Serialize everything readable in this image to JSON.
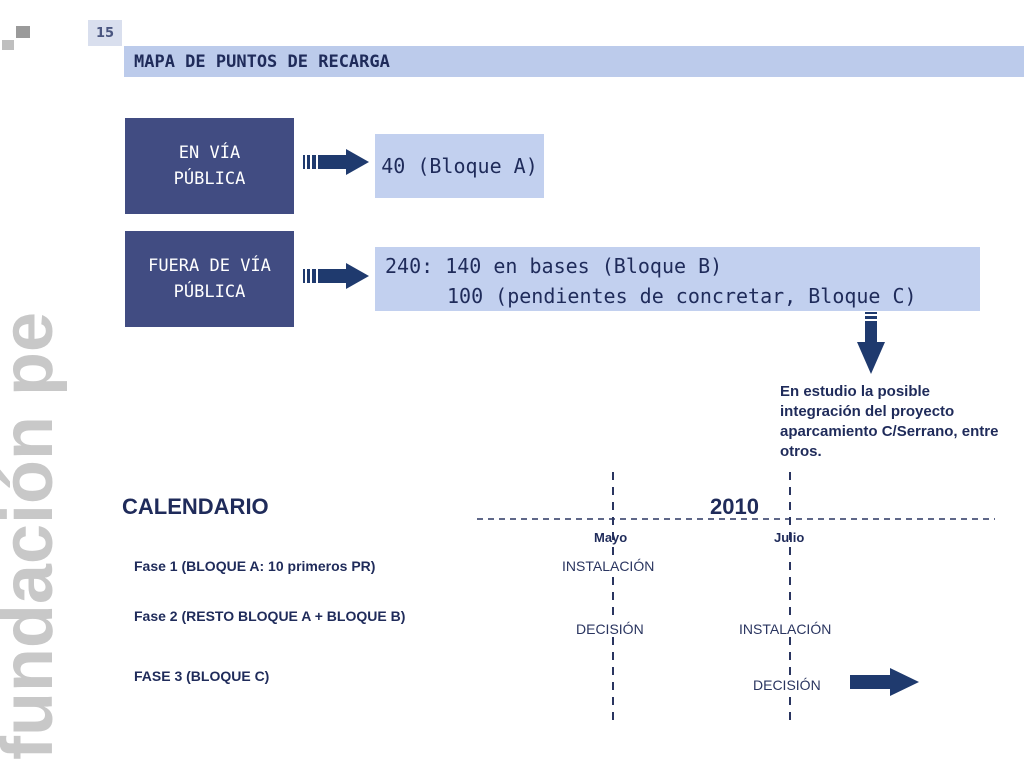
{
  "logo_text": "fundación pe",
  "page_number": "15",
  "header": {
    "title": "MAPA DE PUNTOS DE RECARGA"
  },
  "categories": [
    {
      "label_line1": "EN VÍA",
      "label_line2": "PÚBLICA",
      "result": "40 (Bloque A)"
    },
    {
      "label_line1": "FUERA DE VÍA",
      "label_line2": "PÚBLICA",
      "result_line1": "240: 140 en bases (Bloque B)",
      "result_line2": "100 (pendientes de concretar, Bloque C)"
    }
  ],
  "note": "En estudio la posible integración del proyecto aparcamiento C/Serrano, entre otros.",
  "calendar": {
    "title": "CALENDARIO",
    "year": "2010",
    "months": [
      "Mayo",
      "Julio"
    ],
    "phases": [
      "Fase 1 (BLOQUE A: 10 primeros PR)",
      "Fase 2 (RESTO BLOQUE A + BLOQUE B)",
      "FASE 3 (BLOQUE C)"
    ],
    "events": {
      "phase1_mayo": "INSTALACIÓN",
      "phase2_mayo": "DECISIÓN",
      "phase2_julio": "INSTALACIÓN",
      "phase3_julio": "DECISIÓN"
    }
  },
  "colors": {
    "navy": "#414c82",
    "light_blue": "#c2d0ef",
    "arrow": "#1f3a6e",
    "text": "#1f2b5a"
  }
}
